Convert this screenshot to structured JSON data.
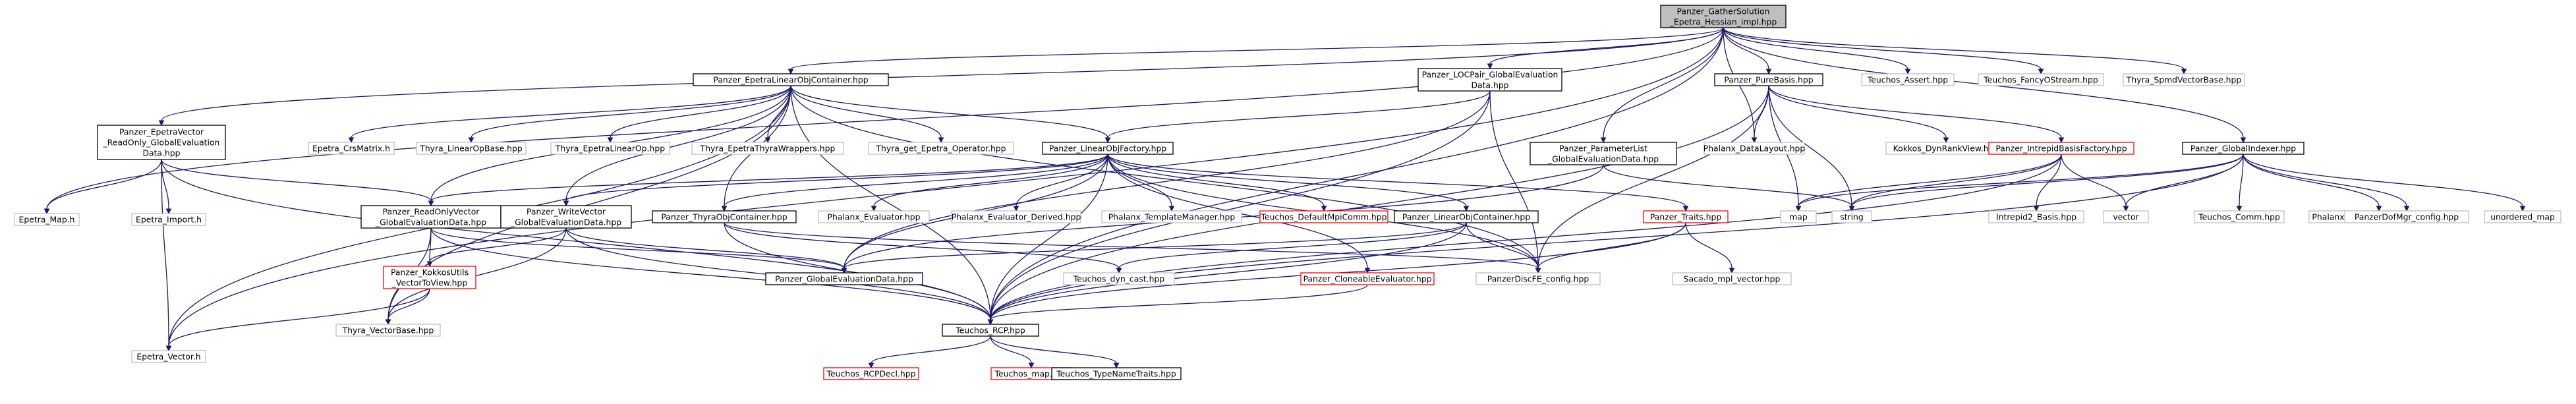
{
  "graph": {
    "root": "n0",
    "nodes": [
      {
        "id": "n0",
        "lines": [
          "Panzer_GatherSolution",
          "_Epetra_Hessian_impl.hpp"
        ],
        "kind": "root"
      },
      {
        "id": "n1",
        "lines": [
          "Panzer_EpetraVector",
          "_ReadOnly_GlobalEvaluation",
          "Data.hpp"
        ],
        "kind": "documented"
      },
      {
        "id": "n2",
        "lines": [
          "Panzer_EpetraLinearObjContainer.hpp"
        ],
        "kind": "documented"
      },
      {
        "id": "n3",
        "lines": [
          "Panzer_LOCPair_GlobalEvaluation",
          "Data.hpp"
        ],
        "kind": "documented"
      },
      {
        "id": "n4",
        "lines": [
          "Panzer_ParameterList",
          "_GlobalEvaluationData.hpp"
        ],
        "kind": "documented"
      },
      {
        "id": "n5",
        "lines": [
          "Panzer_PureBasis.hpp"
        ],
        "kind": "documented"
      },
      {
        "id": "n6",
        "lines": [
          "Teuchos_Assert.hpp"
        ],
        "kind": "plain"
      },
      {
        "id": "n7",
        "lines": [
          "Teuchos_FancyOStream.hpp"
        ],
        "kind": "plain"
      },
      {
        "id": "n8",
        "lines": [
          "Thyra_SpmdVectorBase.hpp"
        ],
        "kind": "plain"
      },
      {
        "id": "n9",
        "lines": [
          "Epetra_Map.h"
        ],
        "kind": "plain"
      },
      {
        "id": "n10",
        "lines": [
          "Epetra_Import.h"
        ],
        "kind": "plain"
      },
      {
        "id": "n11",
        "lines": [
          "Epetra_Vector.h"
        ],
        "kind": "plain"
      },
      {
        "id": "n12",
        "lines": [
          "Epetra_CrsMatrix.h"
        ],
        "kind": "plain"
      },
      {
        "id": "n13",
        "lines": [
          "Thyra_LinearOpBase.hpp"
        ],
        "kind": "plain"
      },
      {
        "id": "n14",
        "lines": [
          "Thyra_EpetraLinearOp.hpp"
        ],
        "kind": "plain"
      },
      {
        "id": "n15",
        "lines": [
          "Thyra_EpetraThyraWrappers.hpp"
        ],
        "kind": "plain"
      },
      {
        "id": "n16",
        "lines": [
          "Thyra_get_Epetra_Operator.hpp"
        ],
        "kind": "plain"
      },
      {
        "id": "n17",
        "lines": [
          "Panzer_LinearObjFactory.hpp"
        ],
        "kind": "documented"
      },
      {
        "id": "n18",
        "lines": [
          "Panzer_ReadOnlyVector",
          "_GlobalEvaluationData.hpp"
        ],
        "kind": "documented"
      },
      {
        "id": "n19",
        "lines": [
          "Panzer_WriteVector",
          "_GlobalEvaluationData.hpp"
        ],
        "kind": "documented"
      },
      {
        "id": "n20",
        "lines": [
          "Panzer_ThyraObjContainer.hpp"
        ],
        "kind": "documented"
      },
      {
        "id": "n21",
        "lines": [
          "Phalanx_Evaluator.hpp"
        ],
        "kind": "plain"
      },
      {
        "id": "n22",
        "lines": [
          "Phalanx_Evaluator_Derived.hpp"
        ],
        "kind": "plain"
      },
      {
        "id": "n23",
        "lines": [
          "Phalanx_TemplateManager.hpp"
        ],
        "kind": "plain"
      },
      {
        "id": "n24",
        "lines": [
          "Teuchos_DefaultMpiComm.hpp"
        ],
        "kind": "missing"
      },
      {
        "id": "n25",
        "lines": [
          "Panzer_LinearObjContainer.hpp"
        ],
        "kind": "documented"
      },
      {
        "id": "n26",
        "lines": [
          "Panzer_Traits.hpp"
        ],
        "kind": "missing"
      },
      {
        "id": "n27",
        "lines": [
          "Panzer_KokkosUtils",
          "_VectorToView.hpp"
        ],
        "kind": "missing"
      },
      {
        "id": "n28",
        "lines": [
          "Panzer_GlobalEvaluationData.hpp"
        ],
        "kind": "documented"
      },
      {
        "id": "n29",
        "lines": [
          "Teuchos_dyn_cast.hpp"
        ],
        "kind": "plain"
      },
      {
        "id": "n30",
        "lines": [
          "Panzer_CloneableEvaluator.hpp"
        ],
        "kind": "missing"
      },
      {
        "id": "n31",
        "lines": [
          "PanzerDiscFE_config.hpp"
        ],
        "kind": "plain"
      },
      {
        "id": "n32",
        "lines": [
          "Sacado_mpl_vector.hpp"
        ],
        "kind": "plain"
      },
      {
        "id": "n33",
        "lines": [
          "Thyra_VectorBase.hpp"
        ],
        "kind": "plain"
      },
      {
        "id": "n34",
        "lines": [
          "Teuchos_RCP.hpp"
        ],
        "kind": "documented"
      },
      {
        "id": "n35",
        "lines": [
          "Teuchos_RCPDecl.hpp"
        ],
        "kind": "missing"
      },
      {
        "id": "n36",
        "lines": [
          "Teuchos_map.hpp"
        ],
        "kind": "missing"
      },
      {
        "id": "n37",
        "lines": [
          "Teuchos_TypeNameTraits.hpp"
        ],
        "kind": "documented"
      },
      {
        "id": "n38",
        "lines": [
          "Phalanx_DataLayout.hpp"
        ],
        "kind": "plain"
      },
      {
        "id": "n39",
        "lines": [
          "Kokkos_DynRankView.hpp"
        ],
        "kind": "plain"
      },
      {
        "id": "n40",
        "lines": [
          "Panzer_IntrepidBasisFactory.hpp"
        ],
        "kind": "missing"
      },
      {
        "id": "n41",
        "lines": [
          "map"
        ],
        "kind": "plain"
      },
      {
        "id": "n42",
        "lines": [
          "string"
        ],
        "kind": "plain"
      },
      {
        "id": "n43",
        "lines": [
          "Intrepid2_Basis.hpp"
        ],
        "kind": "plain"
      },
      {
        "id": "n44",
        "lines": [
          "vector"
        ],
        "kind": "plain"
      },
      {
        "id": "n45",
        "lines": [
          "Panzer_GlobalIndexer.hpp"
        ],
        "kind": "documented"
      },
      {
        "id": "n46",
        "lines": [
          "Teuchos_Comm.hpp"
        ],
        "kind": "plain"
      },
      {
        "id": "n47",
        "lines": [
          "Phalanx_KokkosDeviceTypes.hpp"
        ],
        "kind": "plain"
      },
      {
        "id": "n48",
        "lines": [
          "PanzerDofMgr_config.hpp"
        ],
        "kind": "plain"
      },
      {
        "id": "n49",
        "lines": [
          "unordered_map"
        ],
        "kind": "plain"
      }
    ],
    "edges": [
      [
        "n0",
        "n1"
      ],
      [
        "n0",
        "n2"
      ],
      [
        "n0",
        "n3"
      ],
      [
        "n0",
        "n4"
      ],
      [
        "n0",
        "n5"
      ],
      [
        "n0",
        "n6"
      ],
      [
        "n0",
        "n7"
      ],
      [
        "n0",
        "n8"
      ],
      [
        "n0",
        "n9"
      ],
      [
        "n0",
        "n11"
      ],
      [
        "n0",
        "n34"
      ],
      [
        "n0",
        "n38"
      ],
      [
        "n0",
        "n45"
      ],
      [
        "n1",
        "n9"
      ],
      [
        "n1",
        "n10"
      ],
      [
        "n1",
        "n11"
      ],
      [
        "n1",
        "n18"
      ],
      [
        "n1",
        "n34"
      ],
      [
        "n2",
        "n11"
      ],
      [
        "n2",
        "n12"
      ],
      [
        "n2",
        "n13"
      ],
      [
        "n2",
        "n14"
      ],
      [
        "n2",
        "n15"
      ],
      [
        "n2",
        "n16"
      ],
      [
        "n2",
        "n17"
      ],
      [
        "n2",
        "n18"
      ],
      [
        "n2",
        "n19"
      ],
      [
        "n2",
        "n20"
      ],
      [
        "n2",
        "n31"
      ],
      [
        "n2",
        "n33"
      ],
      [
        "n2",
        "n34"
      ],
      [
        "n3",
        "n17"
      ],
      [
        "n3",
        "n28"
      ],
      [
        "n3",
        "n34"
      ],
      [
        "n3",
        "n31"
      ],
      [
        "n4",
        "n28"
      ],
      [
        "n4",
        "n42"
      ],
      [
        "n5",
        "n38"
      ],
      [
        "n5",
        "n39"
      ],
      [
        "n5",
        "n40"
      ],
      [
        "n5",
        "n41"
      ],
      [
        "n5",
        "n42"
      ],
      [
        "n5",
        "n34"
      ],
      [
        "n5",
        "n31"
      ],
      [
        "n17",
        "n18"
      ],
      [
        "n17",
        "n19"
      ],
      [
        "n17",
        "n20"
      ],
      [
        "n17",
        "n21"
      ],
      [
        "n17",
        "n22"
      ],
      [
        "n17",
        "n23"
      ],
      [
        "n17",
        "n24"
      ],
      [
        "n17",
        "n25"
      ],
      [
        "n17",
        "n26"
      ],
      [
        "n17",
        "n28"
      ],
      [
        "n17",
        "n30"
      ],
      [
        "n17",
        "n31"
      ],
      [
        "n17",
        "n34"
      ],
      [
        "n18",
        "n27"
      ],
      [
        "n18",
        "n28"
      ],
      [
        "n18",
        "n33"
      ],
      [
        "n18",
        "n34"
      ],
      [
        "n19",
        "n27"
      ],
      [
        "n19",
        "n28"
      ],
      [
        "n19",
        "n33"
      ],
      [
        "n19",
        "n34"
      ],
      [
        "n20",
        "n29"
      ],
      [
        "n20",
        "n31"
      ],
      [
        "n20",
        "n34"
      ],
      [
        "n25",
        "n28"
      ],
      [
        "n25",
        "n29"
      ],
      [
        "n25",
        "n31"
      ],
      [
        "n25",
        "n34"
      ],
      [
        "n26",
        "n31"
      ],
      [
        "n26",
        "n32"
      ],
      [
        "n26",
        "n34"
      ],
      [
        "n27",
        "n11"
      ],
      [
        "n27",
        "n33"
      ],
      [
        "n30",
        "n34"
      ],
      [
        "n34",
        "n35"
      ],
      [
        "n34",
        "n36"
      ],
      [
        "n34",
        "n37"
      ],
      [
        "n40",
        "n41"
      ],
      [
        "n40",
        "n42"
      ],
      [
        "n40",
        "n43"
      ],
      [
        "n40",
        "n44"
      ],
      [
        "n40",
        "n34"
      ],
      [
        "n45",
        "n41"
      ],
      [
        "n45",
        "n42"
      ],
      [
        "n45",
        "n44"
      ],
      [
        "n45",
        "n46"
      ],
      [
        "n45",
        "n47"
      ],
      [
        "n45",
        "n48"
      ],
      [
        "n45",
        "n49"
      ],
      [
        "n45",
        "n34"
      ]
    ]
  }
}
